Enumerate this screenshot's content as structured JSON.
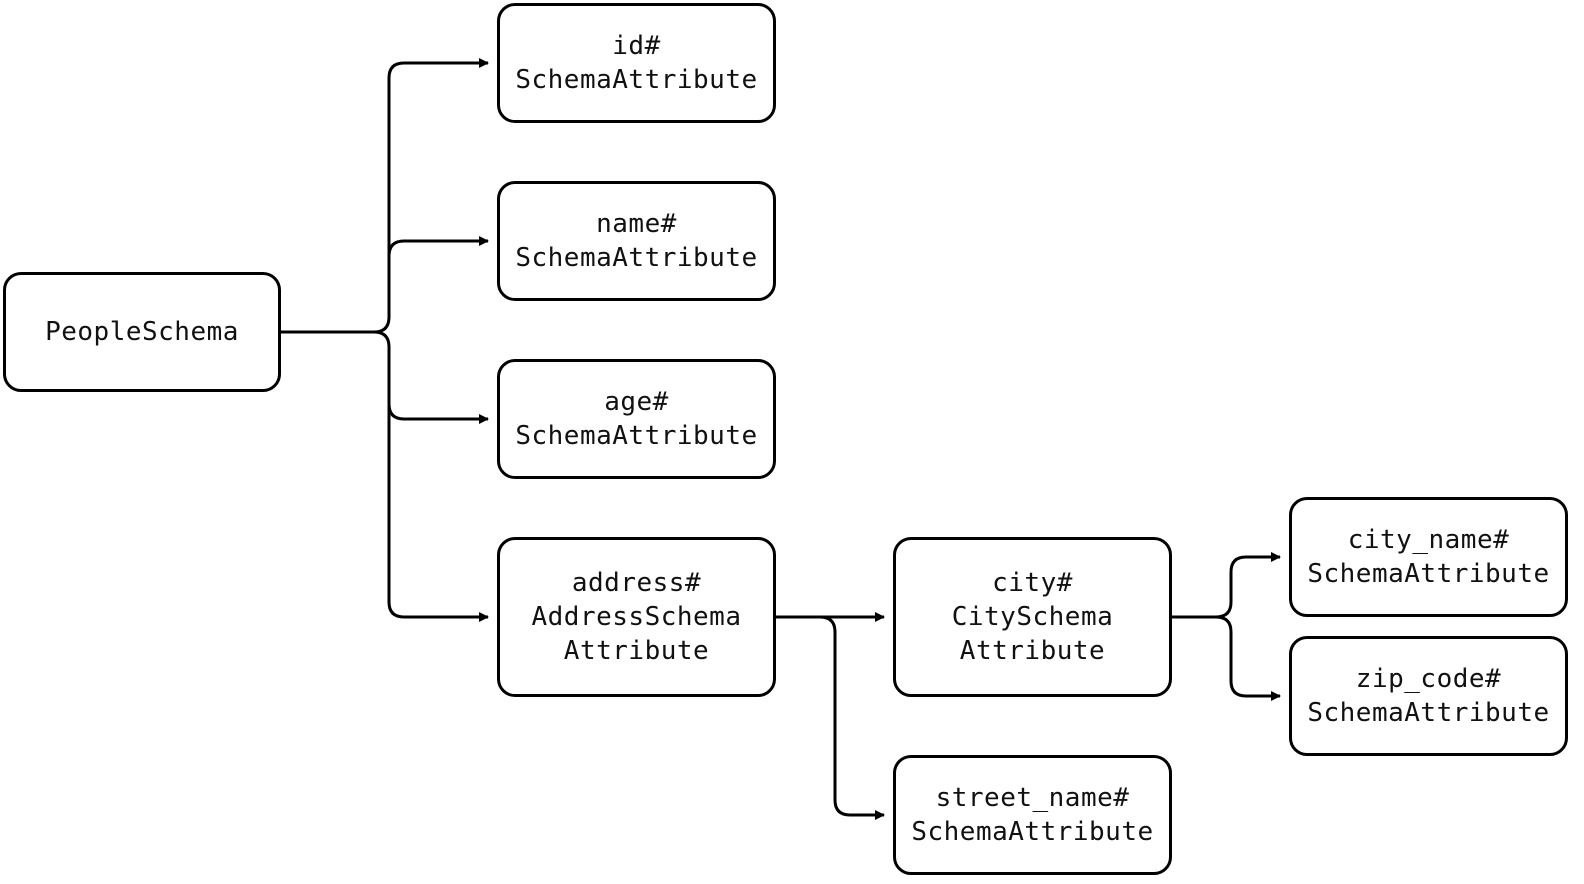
{
  "nodes": {
    "people": {
      "lines": [
        "PeopleSchema"
      ]
    },
    "id": {
      "lines": [
        "id#",
        "SchemaAttribute"
      ]
    },
    "name": {
      "lines": [
        "name#",
        "SchemaAttribute"
      ]
    },
    "age": {
      "lines": [
        "age#",
        "SchemaAttribute"
      ]
    },
    "address": {
      "lines": [
        "address#",
        "AddressSchema",
        "Attribute"
      ]
    },
    "city": {
      "lines": [
        "city#",
        "CitySchema",
        "Attribute"
      ]
    },
    "street": {
      "lines": [
        "street_name#",
        "SchemaAttribute"
      ]
    },
    "cityname": {
      "lines": [
        "city_name#",
        "SchemaAttribute"
      ]
    },
    "zip": {
      "lines": [
        "zip_code#",
        "SchemaAttribute"
      ]
    }
  },
  "edges": [
    {
      "from": "people",
      "to": "id"
    },
    {
      "from": "people",
      "to": "name"
    },
    {
      "from": "people",
      "to": "age"
    },
    {
      "from": "people",
      "to": "address"
    },
    {
      "from": "address",
      "to": "city"
    },
    {
      "from": "address",
      "to": "street"
    },
    {
      "from": "city",
      "to": "cityname"
    },
    {
      "from": "city",
      "to": "zip"
    }
  ],
  "colors": {
    "stroke": "#000000",
    "text": "#111111",
    "background": "#ffffff"
  }
}
